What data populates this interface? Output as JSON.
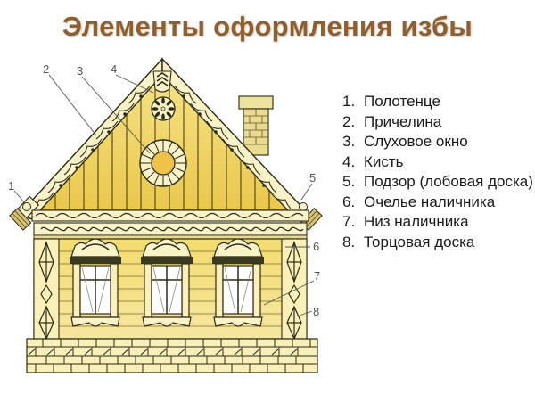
{
  "title": "Элементы оформления избы",
  "legend": {
    "items": [
      {
        "number": "1.",
        "label": "Полотенце"
      },
      {
        "number": "2.",
        "label": "Причелина"
      },
      {
        "number": "3.",
        "label": "Слуховое окно"
      },
      {
        "number": "4.",
        "label": "Кисть"
      },
      {
        "number": "5.",
        "label": "Подзор (лобовая доска)"
      },
      {
        "number": "6.",
        "label": "Очелье наличника"
      },
      {
        "number": "7.",
        "label": "Низ наличника"
      },
      {
        "number": "8.",
        "label": "Торцовая доска"
      }
    ]
  },
  "callouts": [
    "1",
    "2",
    "3",
    "4",
    "5",
    "6",
    "7",
    "8"
  ],
  "colors": {
    "title": "#8c6030",
    "wood_fill": "#f2d860",
    "wood_light": "#faf0b0",
    "outline": "#2a2a1a",
    "chimney": "#e8d890"
  }
}
